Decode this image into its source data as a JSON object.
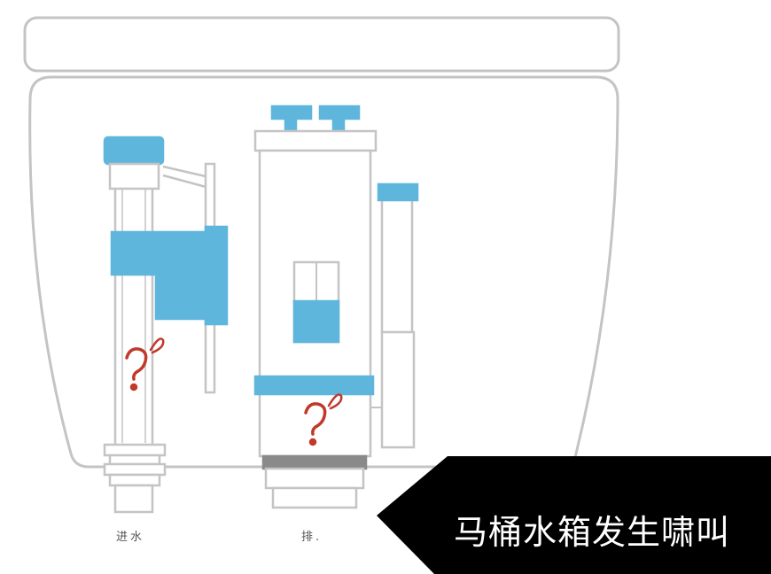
{
  "labels": {
    "inlet": "进水",
    "outlet": "排."
  },
  "caption": "马桶水箱发生啸叫",
  "colors": {
    "accent_blue": "#5fb6dc",
    "outline": "#bfbfbf",
    "question_mark": "#c0392b",
    "banner": "#000000"
  },
  "icons": [
    "question-mark-icon",
    "question-mark-icon"
  ]
}
